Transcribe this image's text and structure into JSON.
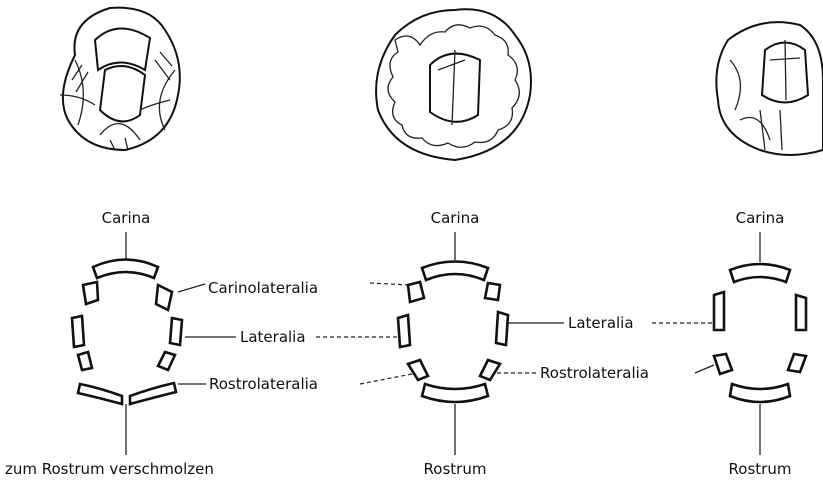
{
  "labels": {
    "carina_1": "Carina",
    "carina_2": "Carina",
    "carina_3": "Carina",
    "carinolateralia": "Carinolateralia",
    "lateralia_1": "Lateralia",
    "lateralia_2": "Lateralia",
    "rostrolateralia_1": "Rostrolateralia",
    "rostrolateralia_2": "Rostrolateralia",
    "rostrum_fused": "zum Rostrum verschmolzen",
    "rostrum_2": "Rostrum",
    "rostrum_3": "Rostrum"
  }
}
